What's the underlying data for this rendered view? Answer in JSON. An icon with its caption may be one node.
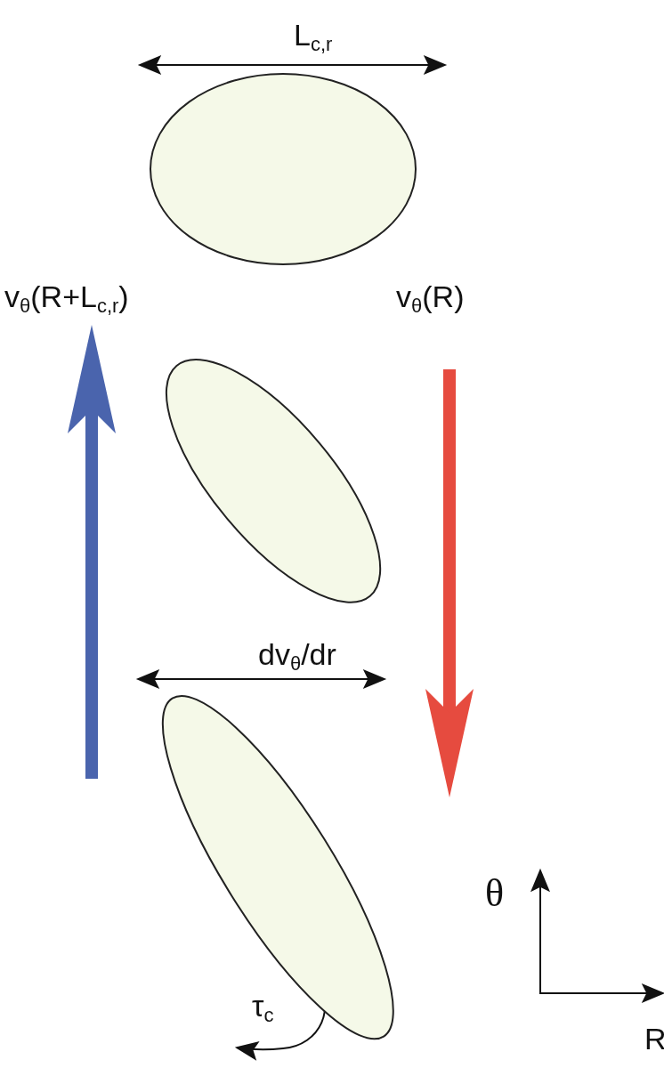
{
  "diagram": {
    "nodes": [
      {
        "text": [],
        "shape": "ellipse"
      },
      {
        "text": [],
        "shape": "ellipse"
      },
      {
        "text": [],
        "shape": "ellipse"
      }
    ],
    "labels": [
      "L$_{c,r}$",
      "v$_{θ}$(R+L$_{c,r}$)",
      "v$_{θ}$(R)",
      "dv$_{θ}$/dr",
      "τ$_{c}$",
      "θ",
      "R"
    ]
  }
}
